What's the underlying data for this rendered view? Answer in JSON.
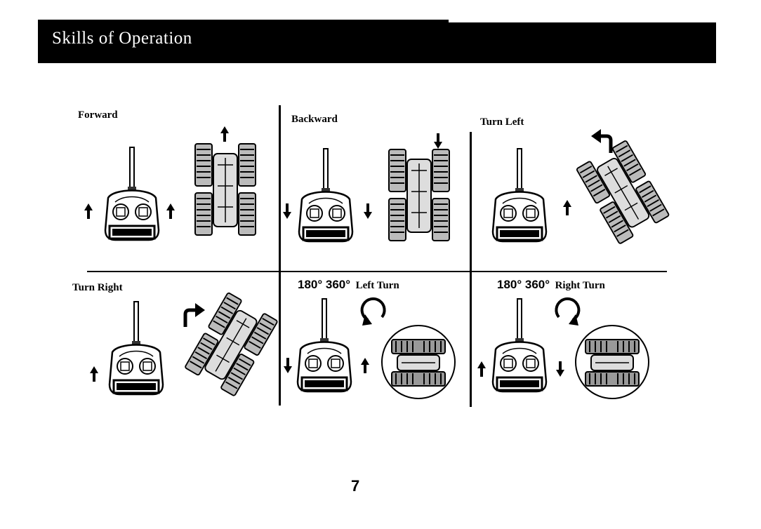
{
  "header": {
    "title": "Skills of Operation"
  },
  "panels": [
    {
      "label": "Forward"
    },
    {
      "label": "Backward"
    },
    {
      "label": "Turn Left"
    },
    {
      "label": "Turn Right"
    },
    {
      "label_deg": "180° 360°",
      "label_turn": "Left Turn"
    },
    {
      "label_deg": "180° 360°",
      "label_turn": "Right Turn"
    }
  ],
  "page_number": "7"
}
